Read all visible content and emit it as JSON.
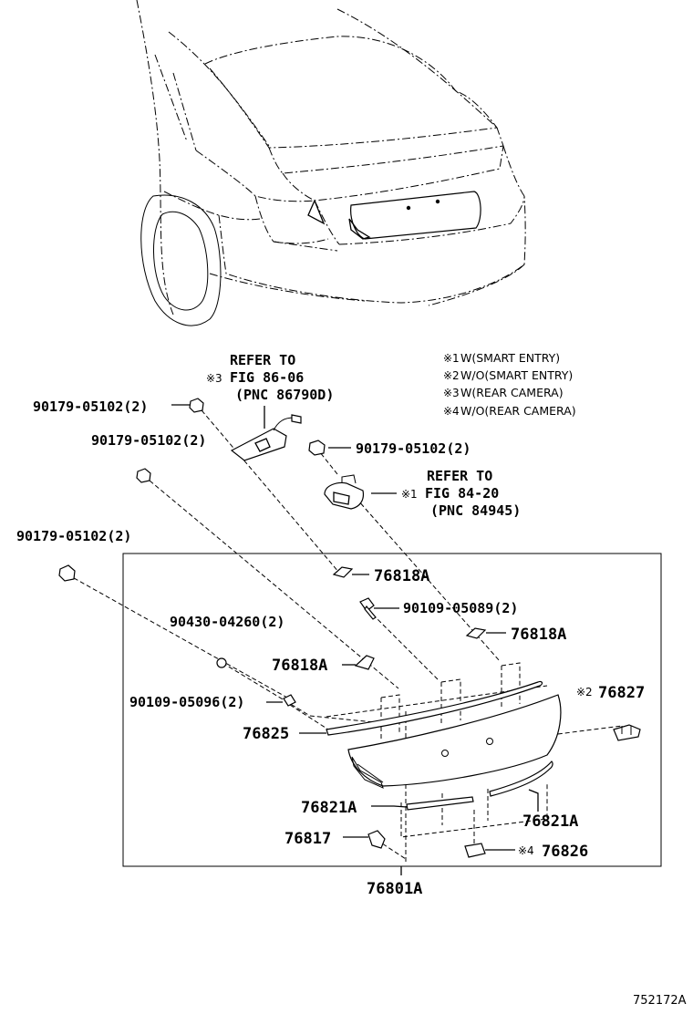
{
  "notes": [
    {
      "mark": "※1",
      "text": "W(SMART ENTRY)"
    },
    {
      "mark": "※2",
      "text": "W/O(SMART ENTRY)"
    },
    {
      "mark": "※3",
      "text": "W(REAR CAMERA)"
    },
    {
      "mark": "※4",
      "text": "W/O(REAR CAMERA)"
    }
  ],
  "refs": {
    "camera": {
      "mark": "※3",
      "line1": "REFER TO",
      "line2": "FIG 86-06",
      "line3": "(PNC 86790D)"
    },
    "smart": {
      "mark": "※1",
      "line1": "REFER TO",
      "line2": "FIG 84-20",
      "line3": "(PNC 84945)"
    }
  },
  "parts": {
    "p90179_a": "90179-05102(2)",
    "p90179_b": "90179-05102(2)",
    "p90179_c": "90179-05102(2)",
    "p90179_d": "90179-05102(2)",
    "p76818a_1": "76818A",
    "p76818a_2": "76818A",
    "p76818a_3": "76818A",
    "p90109_05089": "90109-05089(2)",
    "p90430": "90430-04260(2)",
    "p90109_05096": "90109-05096(2)",
    "p76825": "76825",
    "p76827": "76827",
    "p76827_mark": "※2",
    "p76821a_l": "76821A",
    "p76821a_r": "76821A",
    "p76817": "76817",
    "p76826": "76826",
    "p76826_mark": "※4",
    "p76801a": "76801A"
  },
  "illustration_id": "752172A"
}
